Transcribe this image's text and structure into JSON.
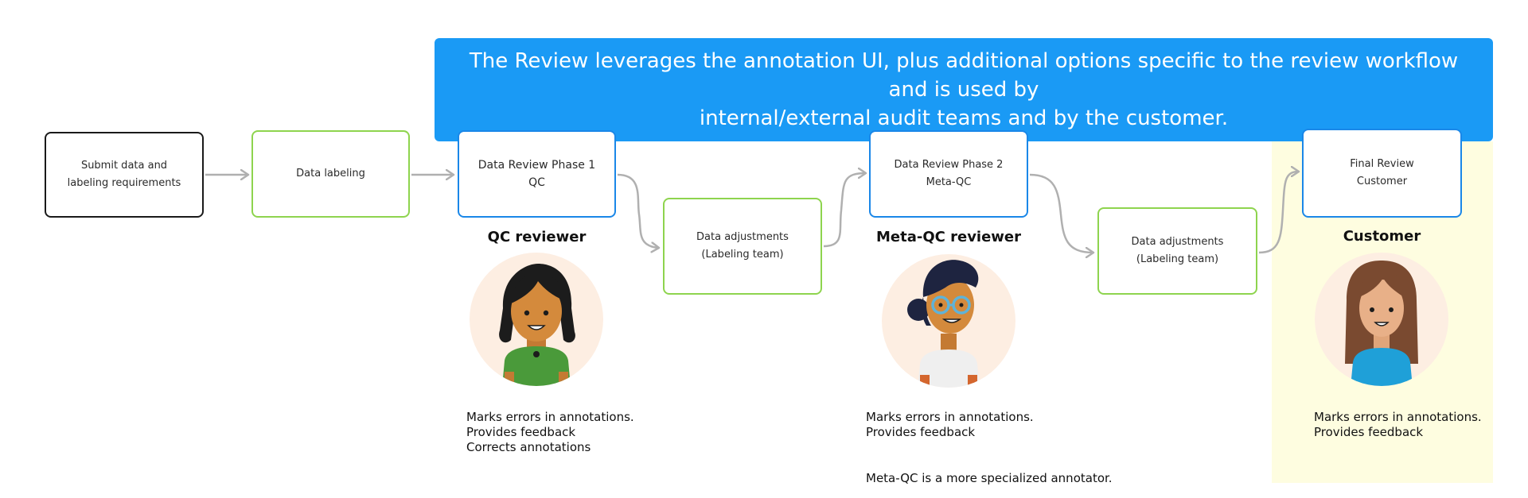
{
  "banner": {
    "line1": "The Review leverages the annotation UI, plus additional options specific to the review workflow and is used by",
    "line2": "internal/external audit teams and by the customer."
  },
  "steps": [
    {
      "line1": "Submit data and",
      "line2": "labeling requirements"
    },
    {
      "line1": "Data labeling",
      "line2": ""
    },
    {
      "line1": "Data Review Phase 1",
      "line2": "QC"
    },
    {
      "line1": "Data adjustments",
      "line2": "(Labeling team)"
    },
    {
      "line1": "Data Review Phase 2",
      "line2": "Meta-QC"
    },
    {
      "line1": "Data adjustments",
      "line2": "(Labeling team)"
    },
    {
      "line1": "Final Review",
      "line2": "Customer"
    }
  ],
  "roles": [
    {
      "title": "QC reviewer",
      "desc": [
        "Marks errors in annotations.",
        "Provides feedback",
        "Corrects annotations"
      ],
      "note": ""
    },
    {
      "title": "Meta-QC reviewer",
      "desc": [
        "Marks errors in annotations.",
        "Provides feedback"
      ],
      "note": "Meta-QC is a more specialized annotator."
    },
    {
      "title": "Customer",
      "desc": [
        "Marks errors in annotations.",
        "Provides feedback"
      ],
      "note": ""
    }
  ],
  "icons": [
    "qc-reviewer-avatar",
    "meta-qc-reviewer-avatar",
    "customer-avatar",
    "arrow-icon"
  ],
  "colors": {
    "banner": "#1a9af5",
    "highlight": "#fefde0",
    "green_border": "#8ed44e",
    "blue_border": "#1a87e8",
    "black_border": "#1a1a1a",
    "arrow": "#b0b0b0",
    "avatar_bg": "#fdeee2"
  }
}
